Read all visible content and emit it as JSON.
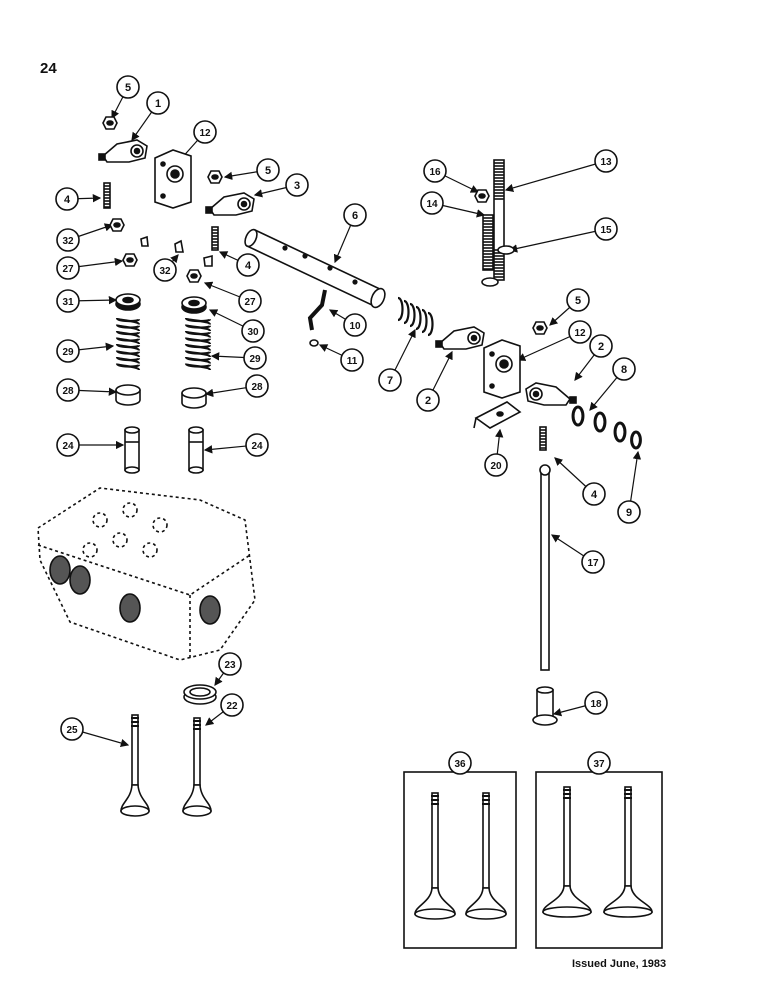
{
  "page_number": "24",
  "issued": "Issued June, 1983",
  "callouts": [
    "1",
    "2",
    "3",
    "4",
    "5",
    "6",
    "7",
    "8",
    "9",
    "10",
    "11",
    "12",
    "13",
    "14",
    "15",
    "16",
    "17",
    "18",
    "20",
    "22",
    "23",
    "24",
    "25",
    "27",
    "28",
    "29",
    "30",
    "31",
    "32",
    "36",
    "37"
  ],
  "parts": [
    "rocker-arm",
    "rocker-bracket",
    "rocker-shaft",
    "shaft-spring",
    "valve-keeper",
    "valve-spring",
    "spring-retainer",
    "valve-seal",
    "valve-guide",
    "cylinder-head",
    "valve",
    "seat-insert",
    "push-rod",
    "tappet",
    "stud",
    "washer",
    "spacer-ring",
    "snap-ring",
    "adjusting-screw",
    "lock-nut",
    "oil-pipe",
    "o-ring",
    "clip"
  ]
}
